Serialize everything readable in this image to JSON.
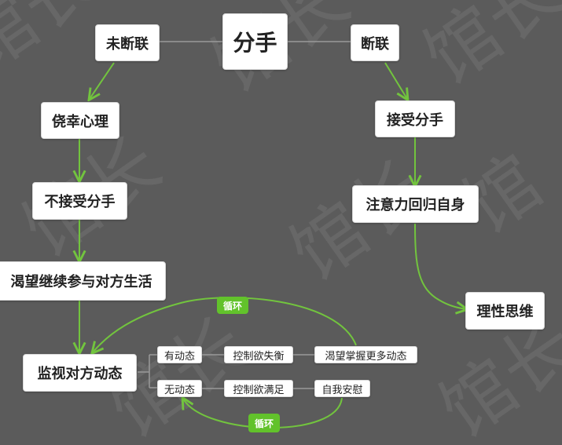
{
  "root": "分手",
  "left_branch": {
    "label": "未断联",
    "steps": [
      "侥幸心理",
      "不接受分手",
      "渴望继续参与对方生活",
      "监视对方动态"
    ]
  },
  "right_branch": {
    "label": "断联",
    "steps": [
      "接受分手",
      "注意力回归自身",
      "理性思维"
    ]
  },
  "monitor_branches": {
    "has_updates": {
      "state": "有动态",
      "effect": "控制欲失衡",
      "result": "渴望掌握更多动态"
    },
    "no_updates": {
      "state": "无动态",
      "effect": "控制欲满足",
      "result": "自我安慰"
    }
  },
  "loop_labels": {
    "top": "循环",
    "bottom": "循环"
  },
  "watermark": "馆长",
  "colors": {
    "background": "#5b5b5b",
    "arrow": "#72c43e",
    "connector": "#9a9a9a",
    "badge": "#62c22b",
    "node": "#ffffff"
  }
}
